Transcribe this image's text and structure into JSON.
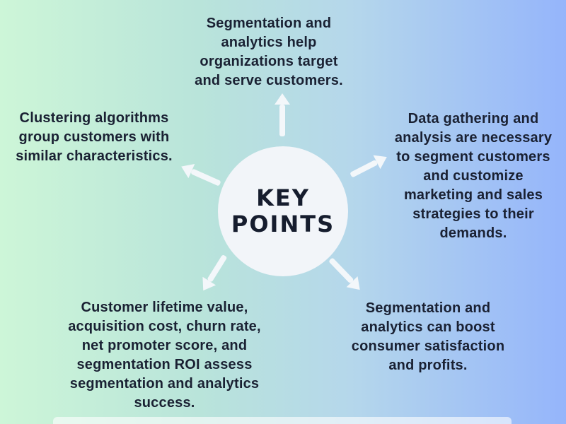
{
  "title": {
    "lines": [
      "KEY",
      "POINTS"
    ]
  },
  "points": {
    "top": {
      "lines": [
        "Segmentation and",
        "analytics help",
        "organizations target",
        "and serve customers."
      ]
    },
    "left": {
      "lines": [
        "Clustering algorithms",
        "group customers with",
        "similar characteristics."
      ]
    },
    "right": {
      "lines": [
        "Data gathering and",
        "analysis are necessary",
        "to segment customers",
        "and customize",
        "marketing and sales",
        "strategies to their",
        "demands."
      ]
    },
    "bottom_left": {
      "lines": [
        "Customer lifetime value,",
        "acquisition cost, churn rate,",
        "net promoter score, and",
        "segmentation ROI assess",
        "segmentation and analytics",
        "success."
      ]
    },
    "bottom_right": {
      "lines": [
        "Segmentation and",
        "analytics can boost",
        "consumer satisfaction",
        "and profits."
      ]
    }
  },
  "colors": {
    "background_left": "#cdf6d8",
    "background_right": "#95b5fb",
    "circle_fill": "#f2f5f9",
    "arrow_fill": "#f3f7fa",
    "text": "#1a2133"
  }
}
